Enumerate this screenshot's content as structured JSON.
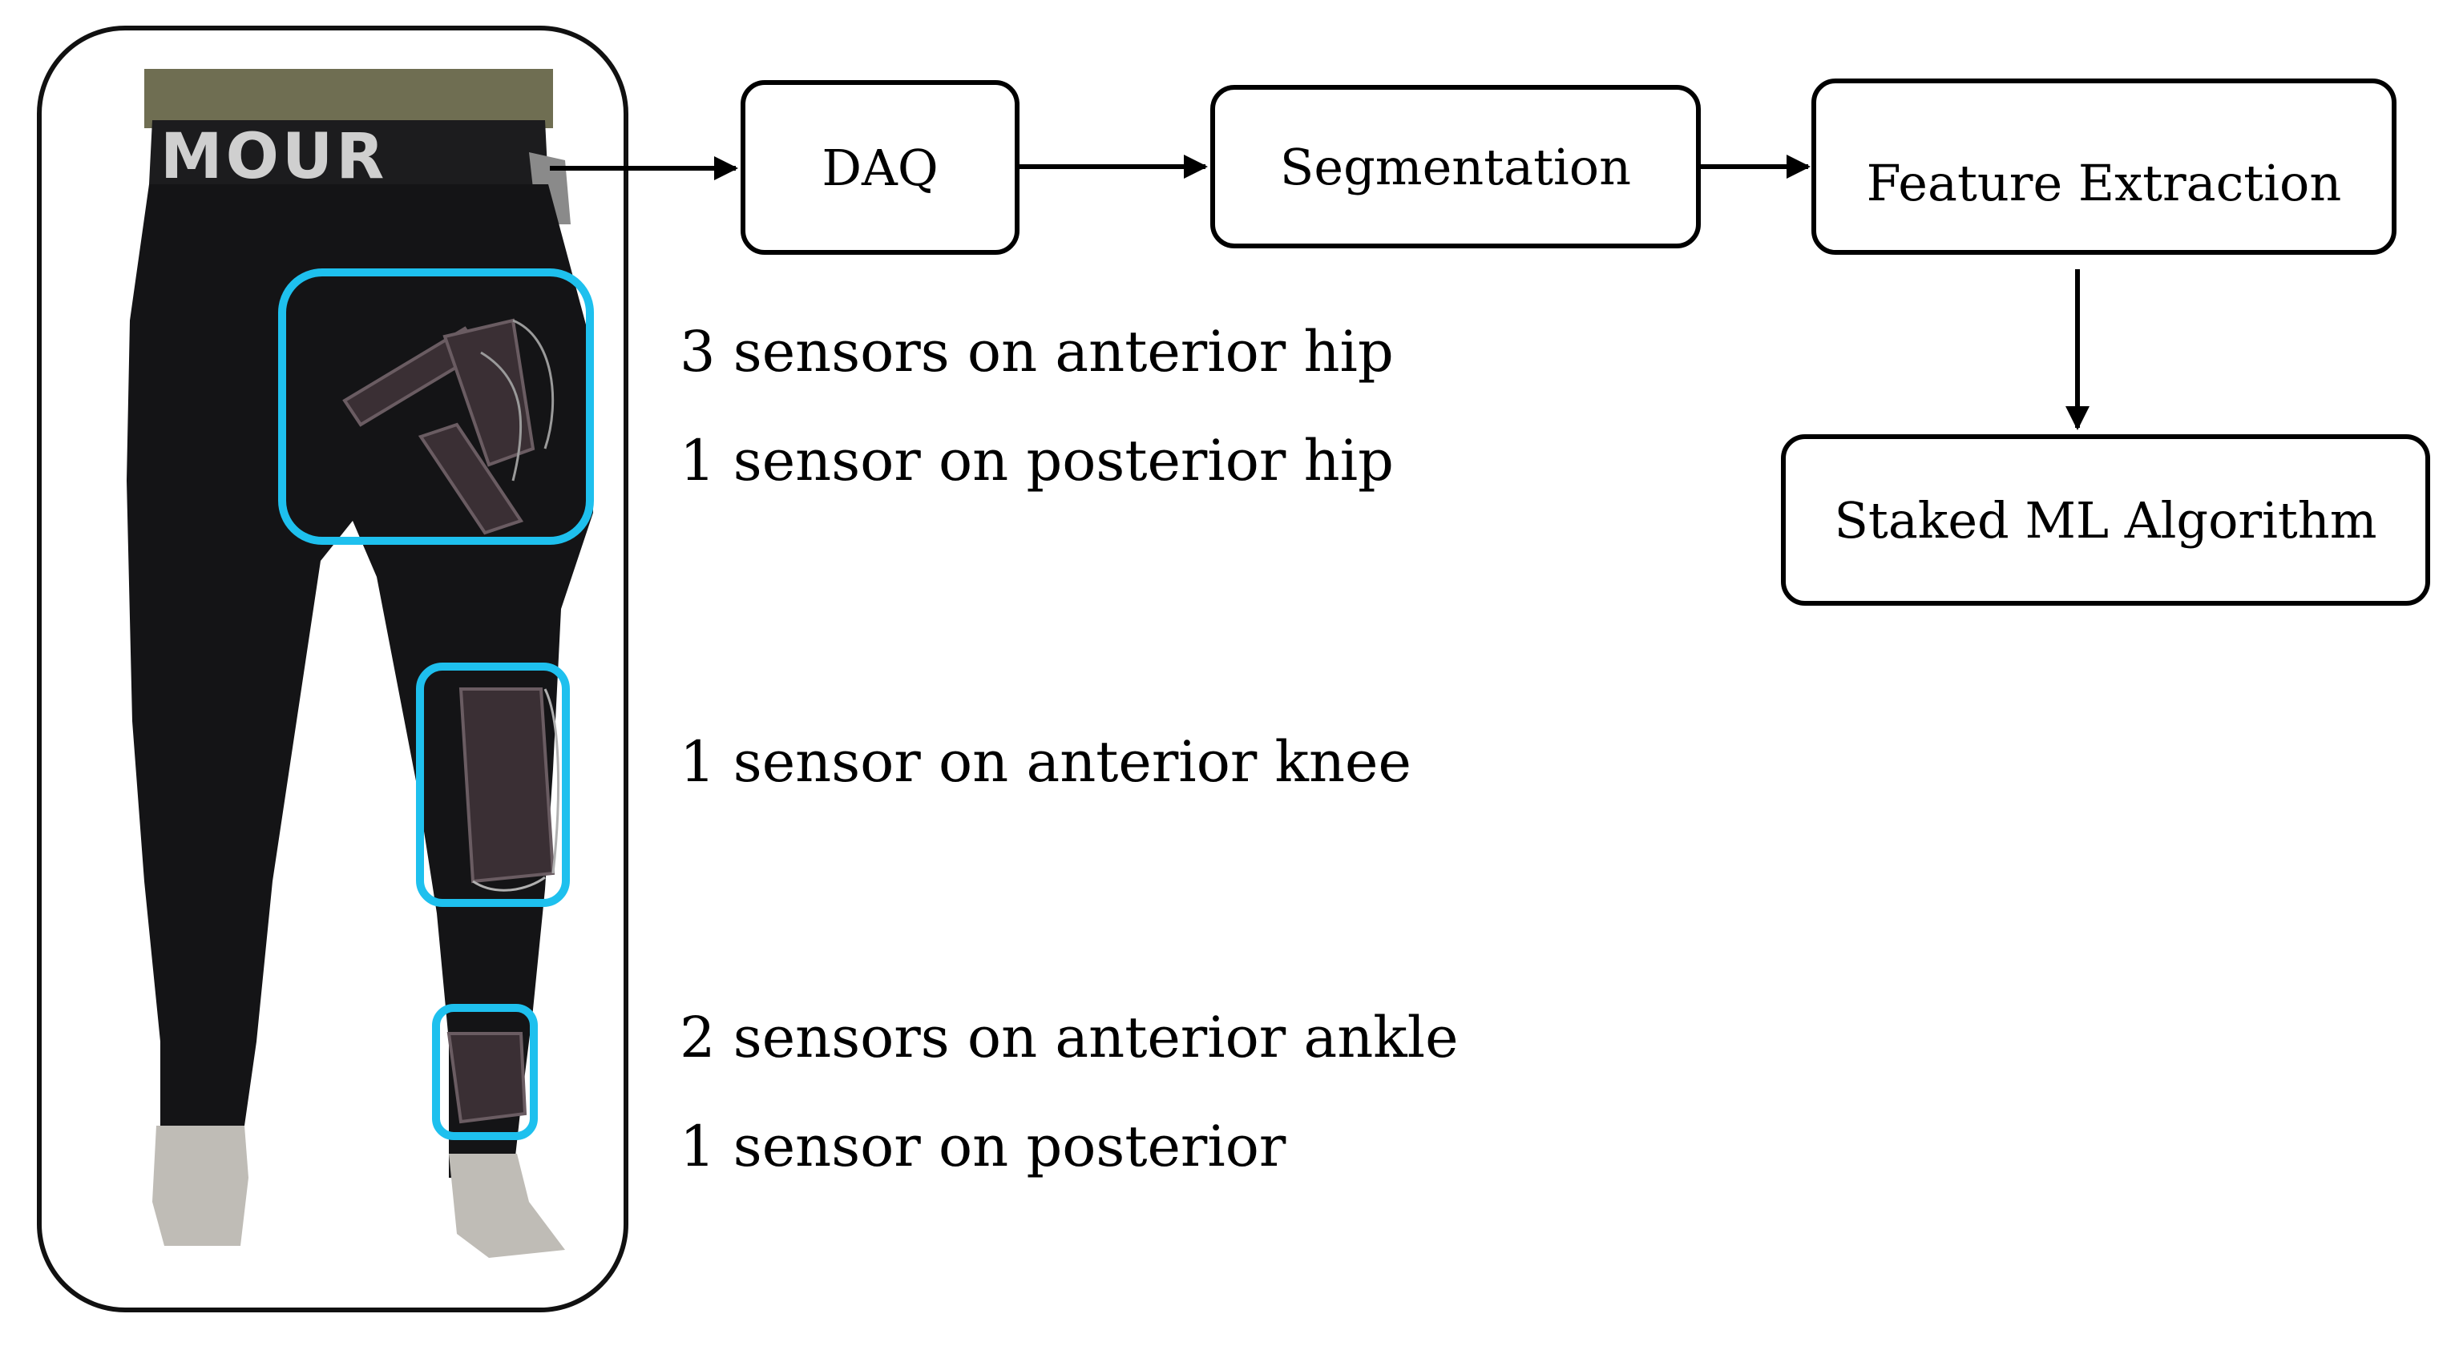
{
  "figure": {
    "brand_text": "MOUR",
    "pipeline": {
      "daq": "DAQ",
      "segmentation": "Segmentation",
      "feature_extraction": "Feature Extraction",
      "stacked_ml": "Staked ML Algorithm"
    },
    "sensor_labels": {
      "hip_anterior": "3 sensors on anterior hip",
      "hip_posterior": "1 sensor on posterior hip",
      "knee_anterior": "1 sensor on anterior knee",
      "ankle_anterior": "2 sensors on anterior ankle",
      "ankle_posterior": "1 sensor on posterior"
    },
    "colors": {
      "highlight": "#1ec0ee",
      "leggings": "#141416",
      "shirt": "#6f6e52",
      "sock": "#bfbcb6",
      "sensor": "#3a2f34"
    }
  }
}
